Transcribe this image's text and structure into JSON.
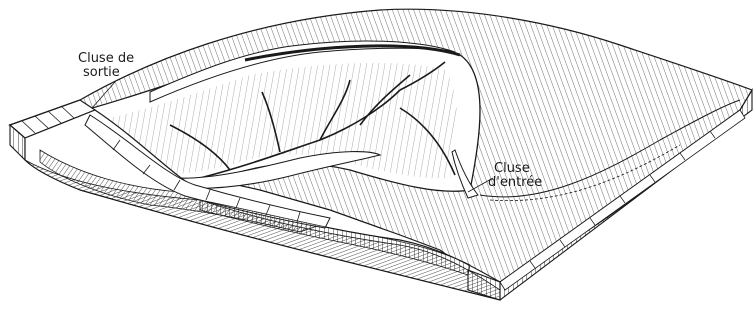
{
  "labels": {
    "exit_line1": "Cluse de",
    "exit_line2": "sortie",
    "entry_line1": "Cluse",
    "entry_line2": "d'entrée"
  },
  "colors": {
    "ink": "#1a1a1a",
    "paper": "#ffffff",
    "shade": "#e9e9e9"
  }
}
